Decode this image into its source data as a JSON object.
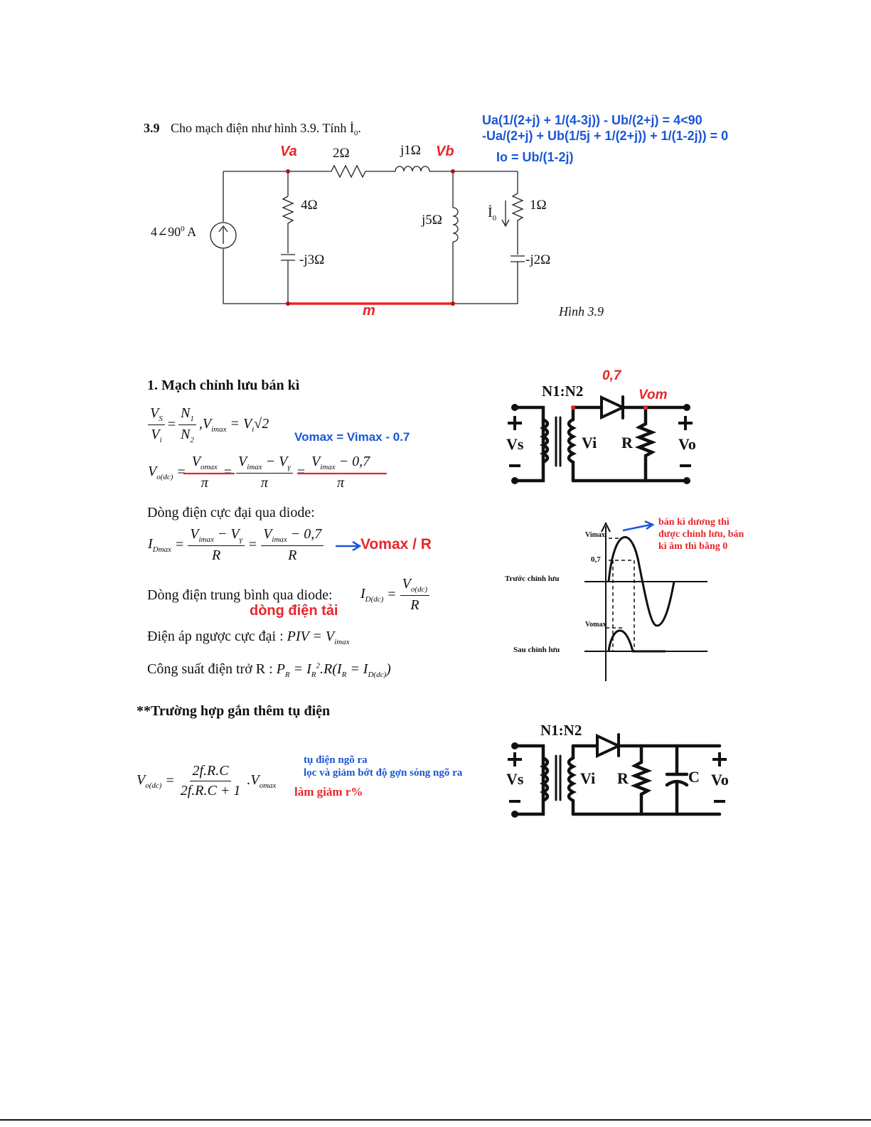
{
  "problem": {
    "number": "3.9",
    "prompt": "Cho mạch điện như hình 3.9. Tính İ",
    "prompt_sub": "0",
    "prompt_end": ".",
    "eq1": "Ua(1/(2+j) + 1/(4-3j)) - Ub/(2+j) = 4<90",
    "eq2": "-Ua/(2+j) + Ub(1/5j + 1/(2+j)) + 1/(1-2j)) = 0",
    "eq3": "Io = Ub/(1-2j)",
    "circuit": {
      "source": "4∠90",
      "source_sup": "0",
      "source_unit": " A",
      "r_series": "2Ω",
      "l_series": "j1Ω",
      "r_left": "4Ω",
      "c_left": "-j3Ω",
      "l_mid": "j5Ω",
      "i0": "İ",
      "i0_sub": "0",
      "r_right": "1Ω",
      "c_right": "-j2Ω",
      "node_a": "Va",
      "node_b": "Vb",
      "node_ref": "m",
      "caption": "Hình 3.9"
    }
  },
  "half_wave": {
    "heading": "1. Mạch chỉnh lưu bán kì",
    "vomax_note": "Vomax = Vimax - 0.7",
    "diode_label": "Dòng điện cực đại qua diode:",
    "vomax_r": "Vomax / R",
    "avg_label": "Dòng điện trung bình qua diode:",
    "load_current": "dòng điện tải",
    "piv_label": "Điện áp ngược cực đại :",
    "power_label": "Công suất điện trở R :",
    "circuit": {
      "ratio": "N1:N2",
      "diode_drop": "0,7",
      "vom": "Vom",
      "vs": "Vs",
      "vi": "Vi",
      "r": "R",
      "vo": "Vo"
    },
    "waveform": {
      "vimax": "Vimax",
      "level": "0,7",
      "before": "Trước chỉnh lưu",
      "vomax": "Vomax",
      "after": "Sau chỉnh lưu",
      "note_line1": "bán kì dương thì",
      "note_line2": "được chỉnh lưu, bán",
      "note_line3": "kì âm thì bằng 0"
    }
  },
  "capacitor_case": {
    "heading": "**Trường hợp gắn thêm tụ điện",
    "note1": "tụ điện ngõ ra",
    "note2": "lọc và giảm bớt độ gợn sóng ngõ ra",
    "note3": "làm giảm r%",
    "circuit": {
      "ratio": "N1:N2",
      "vs": "Vs",
      "vi": "Vi",
      "r": "R",
      "c": "C",
      "vo": "Vo"
    }
  }
}
